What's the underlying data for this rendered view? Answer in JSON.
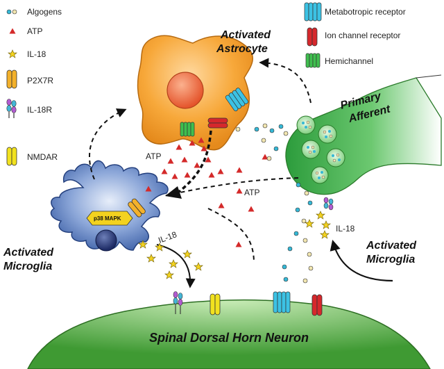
{
  "legend": {
    "algogens": "Algogens",
    "atp": "ATP",
    "il18": "IL-18",
    "p2x7r": "P2X7R",
    "il18r": "IL-18R",
    "nmdar": "NMDAR",
    "metabotropic": "Metabotropic receptor",
    "ion_channel": "Ion channel receptor",
    "hemichannel": "Hemichannel"
  },
  "cells": {
    "astrocyte_line1": "Activated",
    "astrocyte_line2": "Astrocyte",
    "afferent_line1": "Primary",
    "afferent_line2": "Afferent",
    "microglia_left_line1": "Activated",
    "microglia_left_line2": "Microglia",
    "microglia_right_line1": "Activated",
    "microglia_right_line2": "Microglia",
    "neuron": "Spinal  Dorsal Horn Neuron"
  },
  "annotations": {
    "atp_near_microglia": "ATP",
    "atp_center": "ATP",
    "il18_left": "IL-18",
    "il18_right": "IL-18",
    "p38_badge": "p38 MAPK"
  },
  "colors": {
    "astrocyte": "#f7a83a",
    "nucleus": "#e8582a",
    "microglia": "#5b7fc0",
    "afferent": "#3fae49",
    "neuron": "#4ea83d",
    "atp": "#d42a2a",
    "il18": "#f3d21f",
    "algogen_cyan": "#35b8d6",
    "algogen_cream": "#f2e6b0",
    "metabotropic": "#3cc2e4",
    "ion_channel": "#d6282c",
    "hemichannel": "#3fbf4f",
    "p2x7r": "#f3b12b",
    "nmdar": "#f2e21f"
  }
}
